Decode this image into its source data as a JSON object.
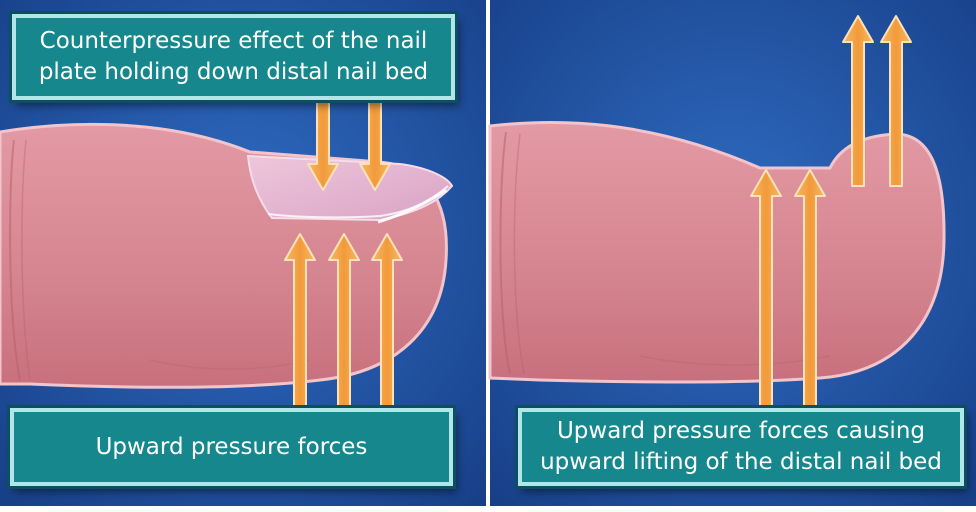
{
  "labels": {
    "counterpressure": "Counterpressure effect of the nail\nplate holding down distal nail bed",
    "upward_left": "Upward pressure forces",
    "upward_right": "Upward pressure forces causing\nupward lifting of the distal nail bed"
  },
  "colors": {
    "background": "#1f4fa0",
    "divider": "#ffffff",
    "finger": "#d98a95",
    "finger_outline": "#f2c4cb",
    "nail": "#e6b8d4",
    "arrow": "#f5a94e",
    "arrow_outline": "#fbe2b8",
    "label_fill": "#16888d",
    "label_border": "#b3e6e9"
  },
  "icons": {
    "down_arrows": "arrow-down-icon",
    "up_arrows": "arrow-up-icon"
  }
}
